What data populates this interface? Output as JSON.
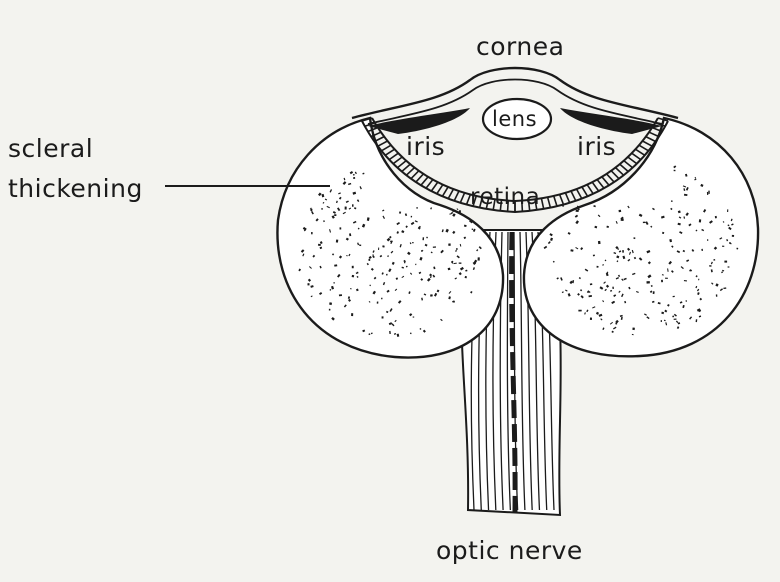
{
  "labels": {
    "cornea": "cornea",
    "lens": "lens",
    "iris_left": "iris",
    "iris_right": "iris",
    "retina": "retina",
    "scleral_line1": "scleral",
    "scleral_line2": "thickening",
    "optic_nerve": "optic nerve"
  },
  "colors": {
    "background": "#f3f3ef",
    "ink": "#1b1b1b",
    "fill": "#ffffff"
  }
}
